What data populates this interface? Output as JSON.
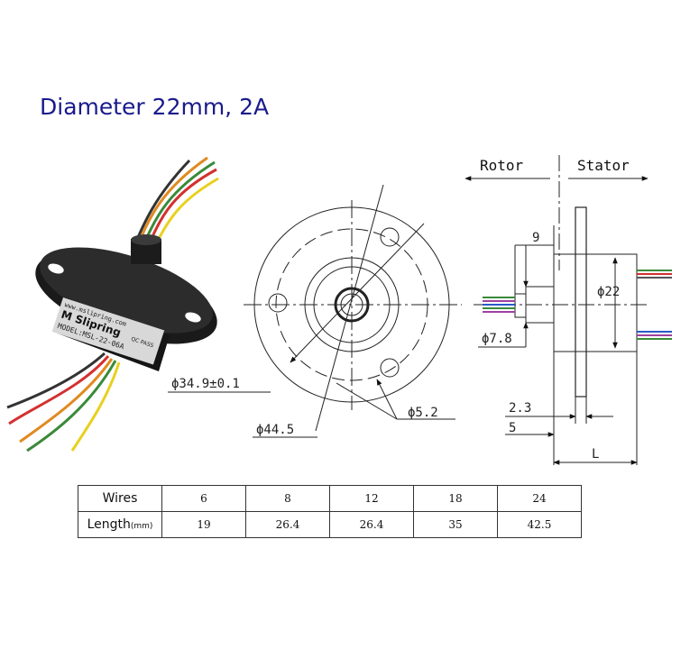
{
  "title": "Diameter 22mm, 2A",
  "product_label": {
    "line1": "www.mslipring.com",
    "line2": "M Slipring",
    "line3": "MODEL:MSL-22-06A",
    "qc": "QC PASS"
  },
  "front_view": {
    "dim_outer": "ϕ44.5",
    "dim_bolt_circle": "ϕ34.9±0.1",
    "dim_hole": "ϕ5.2"
  },
  "side_view": {
    "rotor_label": "Rotor",
    "stator_label": "Stator",
    "dim_9": "9",
    "dim_22": "ϕ22",
    "dim_7_8": "ϕ7.8",
    "dim_2_3": "2.3",
    "dim_5": "5",
    "dim_L": "L"
  },
  "table": {
    "row_wires_label": "Wires",
    "row_length_label": "Length",
    "row_length_unit": "(mm)",
    "wires": [
      "6",
      "8",
      "12",
      "18",
      "24"
    ],
    "lengths": [
      "19",
      "26.4",
      "26.4",
      "35",
      "42.5"
    ]
  }
}
